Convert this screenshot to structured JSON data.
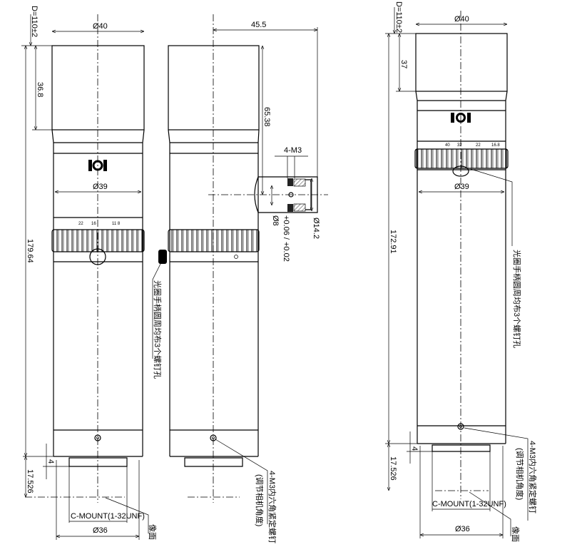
{
  "view_front": {
    "dim_d": "D=110±2",
    "dia_top": "Ø40",
    "dim_top_len": "36.8",
    "dia_mid": "Ø39",
    "total_len": "179.64",
    "dim_4": "4",
    "dim_flange": "17.526",
    "mount": "C-MOUNT(1-32UNF)",
    "dia_mount": "Ø36",
    "scale_labels": [
      "22",
      "16",
      "11 8"
    ],
    "image_plane": "像面"
  },
  "view_side": {
    "dim_offset": "45.5",
    "dim_port_height": "65.38",
    "port_thread": "4-M3",
    "port_dia_outer": "Ø14.2",
    "port_dia_inner": "Ø8",
    "port_tol": "+0.06 / +0.02",
    "aperture_note": "光圈手柄圆周均布3个螺钉孔",
    "set_screw_note": "4-M3内六角紧定螺钉",
    "set_screw_sub": "(调节相机角度)"
  },
  "view_alt": {
    "dim_d": "D=110±2",
    "dia_top": "Ø40",
    "dim_top_len": "37",
    "dia_mid": "Ø39",
    "total_len": "172.91",
    "dim_4": "4",
    "dim_flange": "17.526",
    "mount": "C-MOUNT(1-32UNF)",
    "dia_mount": "Ø36",
    "scale_labels": [
      "40",
      "32",
      "22",
      "16.8"
    ],
    "aperture_note": "光圈手柄圆周均布3个螺钉孔",
    "set_screw_note": "4-M3内六角紧定螺钉",
    "set_screw_sub": "(调节相机角度)",
    "image_plane": "像面"
  }
}
